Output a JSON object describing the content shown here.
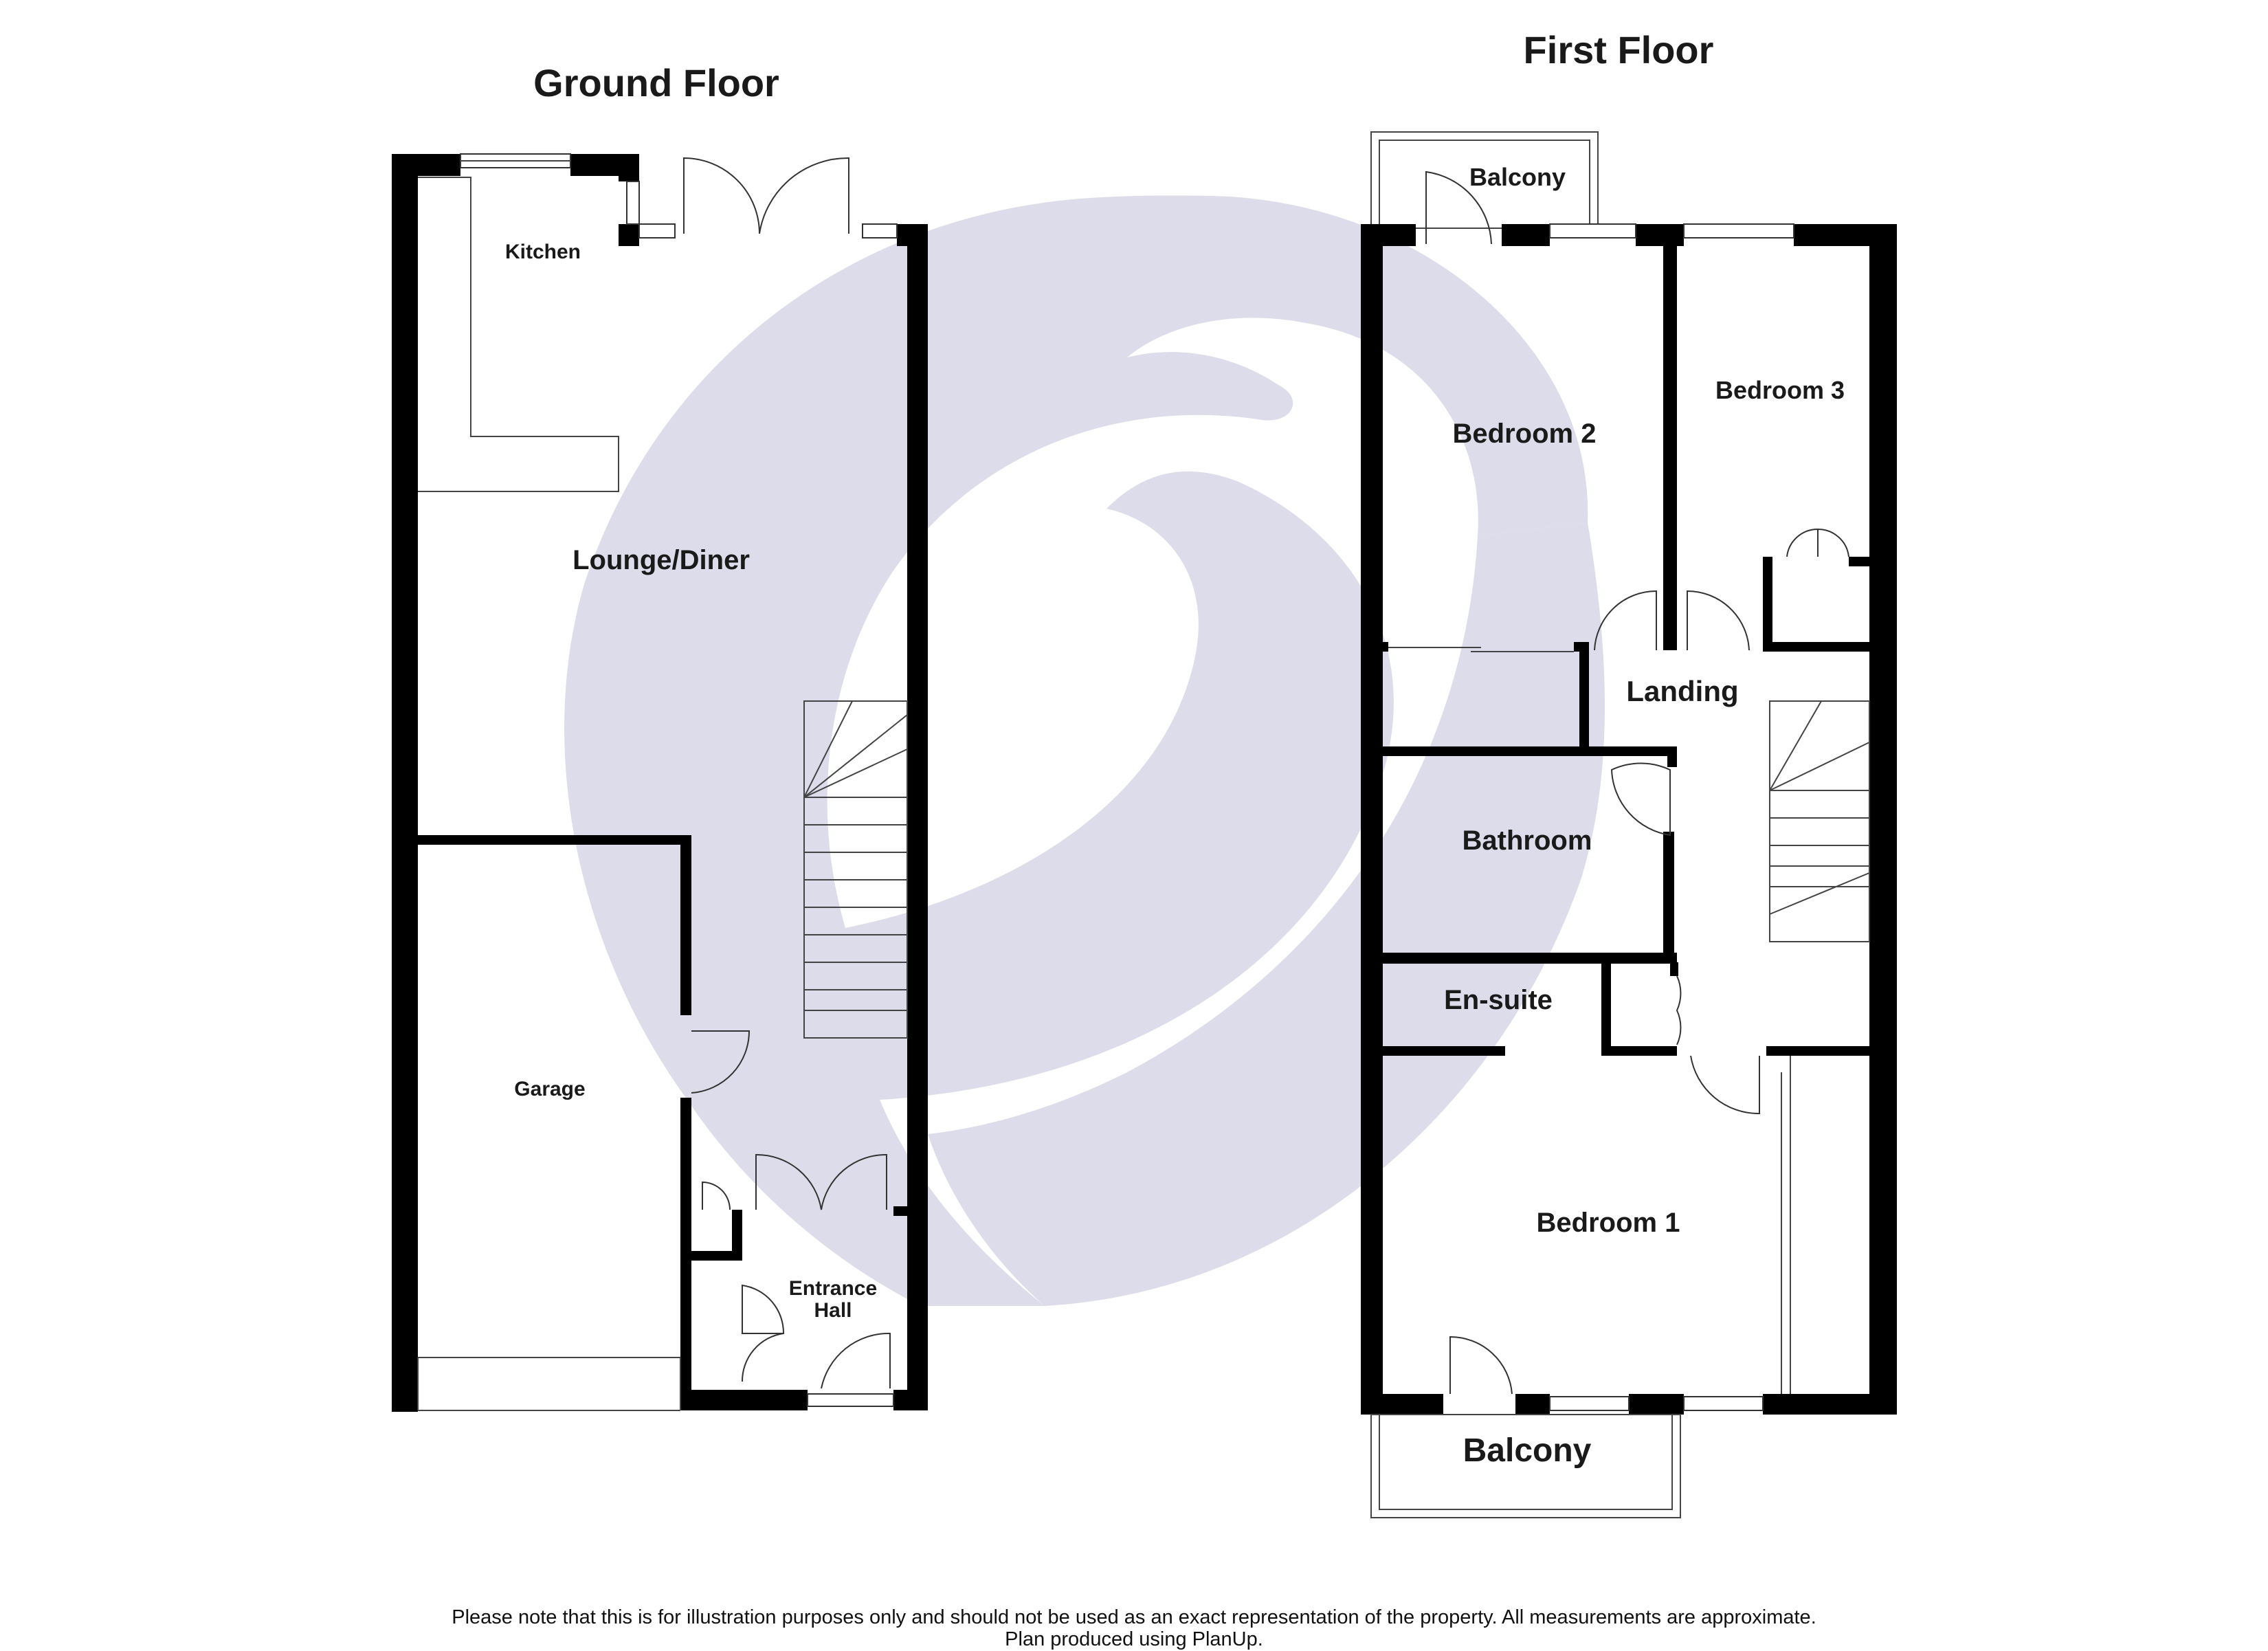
{
  "floors": {
    "ground": {
      "title": "Ground Floor",
      "rooms": {
        "kitchen": "Kitchen",
        "lounge": "Lounge/Diner",
        "garage": "Garage",
        "hall_line1": "Entrance",
        "hall_line2": "Hall"
      }
    },
    "first": {
      "title": "First Floor",
      "rooms": {
        "balcony_top": "Balcony",
        "bedroom2": "Bedroom 2",
        "bedroom3": "Bedroom 3",
        "landing": "Landing",
        "bathroom": "Bathroom",
        "ensuite": "En-suite",
        "bedroom1": "Bedroom 1",
        "balcony_bottom": "Balcony"
      }
    }
  },
  "disclaimer": {
    "line1": "Please note that this is for illustration purposes only and should not be used as an exact representation of the property. All measurements are approximate.",
    "line2": "Plan produced using PlanUp."
  },
  "colors": {
    "watermark": "#dcdcea",
    "wall": "#000000"
  }
}
